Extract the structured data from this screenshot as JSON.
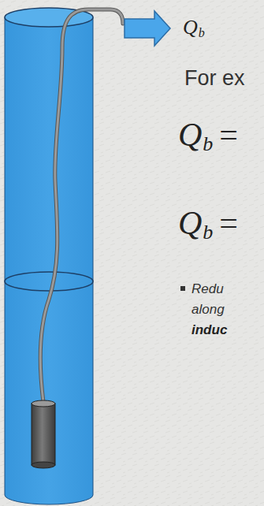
{
  "diagram": {
    "labels": [
      "Q",
      "b",
      "For ex",
      "Q",
      "b",
      "=",
      "Q",
      "b",
      "=",
      "Redu",
      "along",
      "induc"
    ]
  }
}
